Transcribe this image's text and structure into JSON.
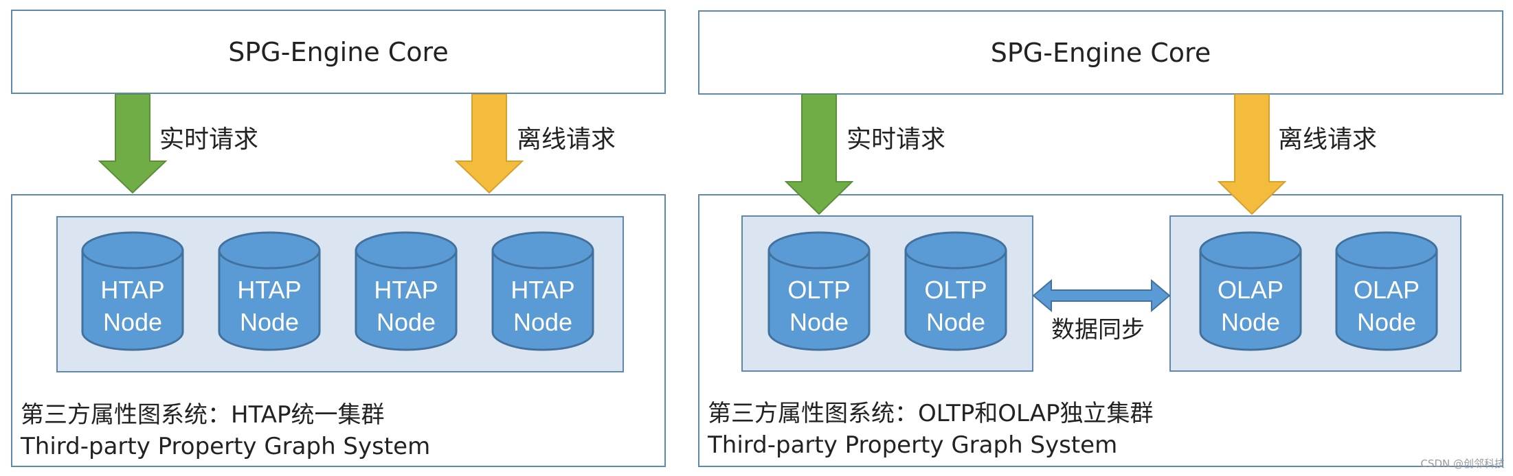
{
  "colors": {
    "border": "#5e88b0",
    "cluster_fill": "#dbe5f1",
    "node_fill": "#5b9bd5",
    "node_stroke": "#41719c",
    "realtime_arrow": "#70ad47",
    "offline_arrow": "#f4bc3c",
    "sync_arrow": "#5b9bd5"
  },
  "left": {
    "core_title": "SPG-Engine Core",
    "realtime_label": "实时请求",
    "offline_label": "离线请求",
    "nodes": [
      {
        "line1": "HTAP",
        "line2": "Node"
      },
      {
        "line1": "HTAP",
        "line2": "Node"
      },
      {
        "line1": "HTAP",
        "line2": "Node"
      },
      {
        "line1": "HTAP",
        "line2": "Node"
      }
    ],
    "caption_zh": "第三方属性图系统：HTAP统一集群",
    "caption_en": "Third-party Property Graph System"
  },
  "right": {
    "core_title": "SPG-Engine Core",
    "realtime_label": "实时请求",
    "offline_label": "离线请求",
    "oltp_nodes": [
      {
        "line1": "OLTP",
        "line2": "Node"
      },
      {
        "line1": "OLTP",
        "line2": "Node"
      }
    ],
    "olap_nodes": [
      {
        "line1": "OLAP",
        "line2": "Node"
      },
      {
        "line1": "OLAP",
        "line2": "Node"
      }
    ],
    "sync_label": "数据同步",
    "caption_zh": "第三方属性图系统：OLTP和OLAP独立集群",
    "caption_en": "Third-party Property Graph System"
  },
  "watermark": "CSDN @创邻科技"
}
